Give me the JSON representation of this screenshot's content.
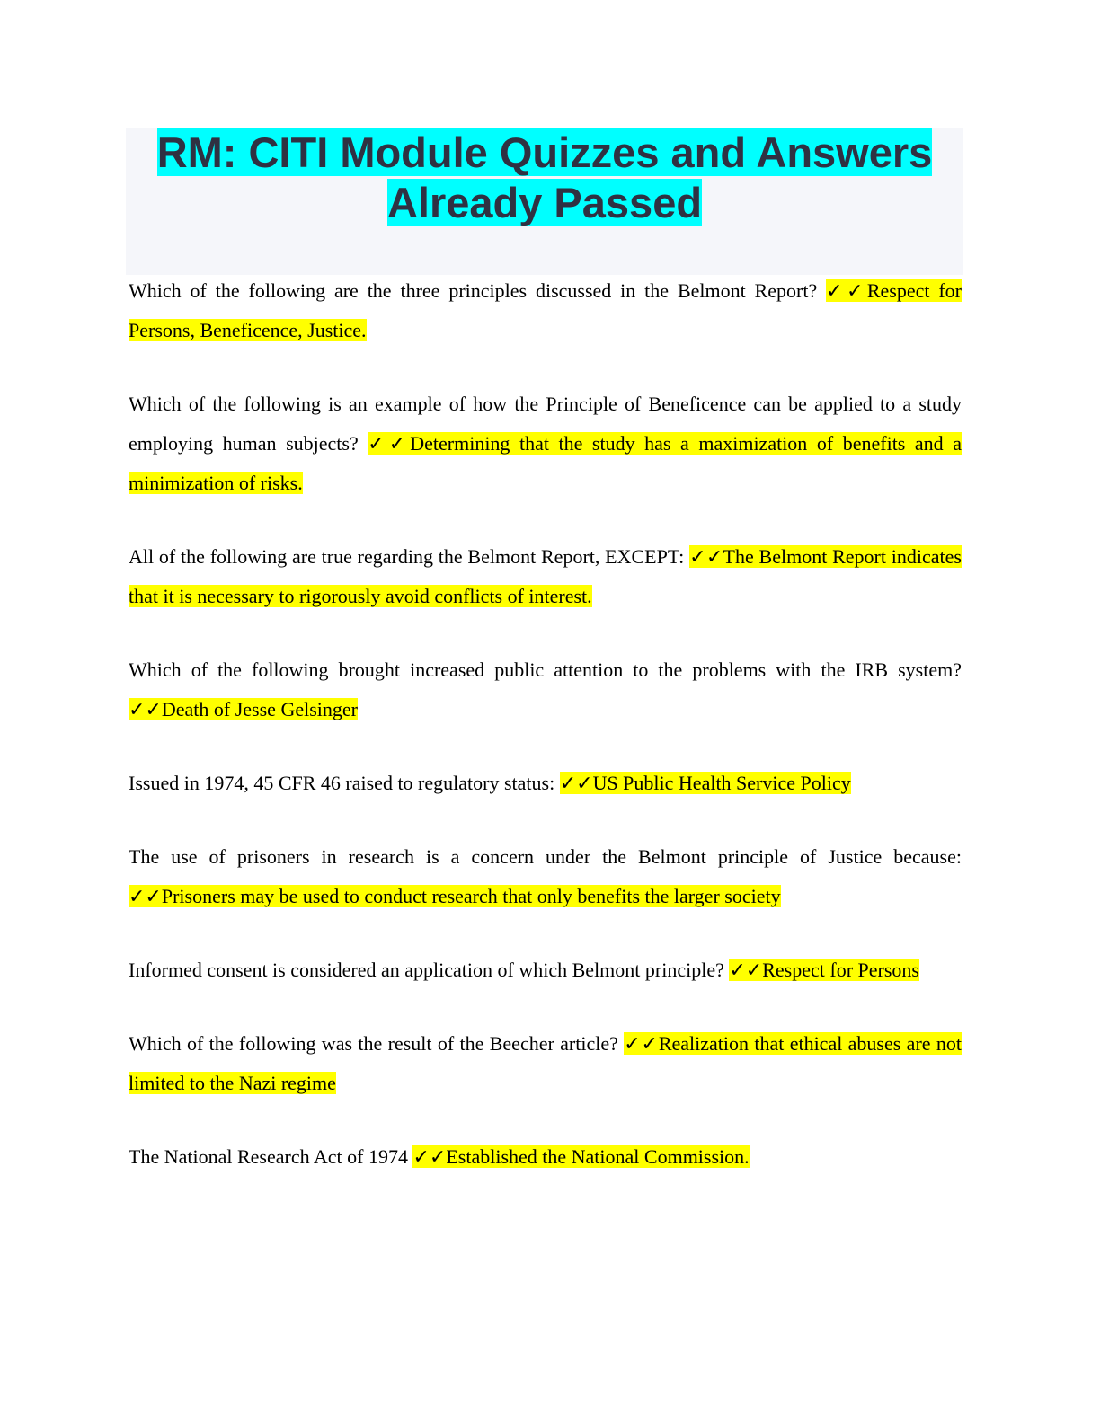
{
  "title": {
    "line1": "RM: CITI Module Quizzes and Answers",
    "line2": "Already Passed"
  },
  "check_mark": "✓✓",
  "items": [
    {
      "q": "Which of the following are the three principles discussed in the Belmont Report?",
      "a": "Respect for Persons, Beneficence, Justice."
    },
    {
      "q": "Which of the following is an example of how the Principle of Beneficence can be applied to a study employing human subjects?",
      "a": "Determining that the study has a maximization of benefits and a minimization of risks."
    },
    {
      "q": "All of the following are true regarding the Belmont Report, EXCEPT:",
      "a": "The Belmont Report indicates that it is necessary to rigorously avoid conflicts of interest."
    },
    {
      "q": "Which of the following brought increased public attention to the problems with the IRB system?",
      "a": "Death of Jesse Gelsinger"
    },
    {
      "q": "Issued in 1974, 45 CFR 46 raised to regulatory status:",
      "a": "US Public Health Service Policy"
    },
    {
      "q": "The use of prisoners in research is a concern under the Belmont principle of Justice because:",
      "a": "Prisoners may be used to conduct research that only benefits the larger society"
    },
    {
      "q": "Informed consent is considered an application of which Belmont principle?",
      "a": "Respect for Persons"
    },
    {
      "q": "Which of the following was the result of the Beecher article?",
      "a": "Realization that ethical abuses are not limited to the Nazi regime"
    },
    {
      "q": "The National Research Act of 1974",
      "a": "Established the National Commission."
    }
  ]
}
